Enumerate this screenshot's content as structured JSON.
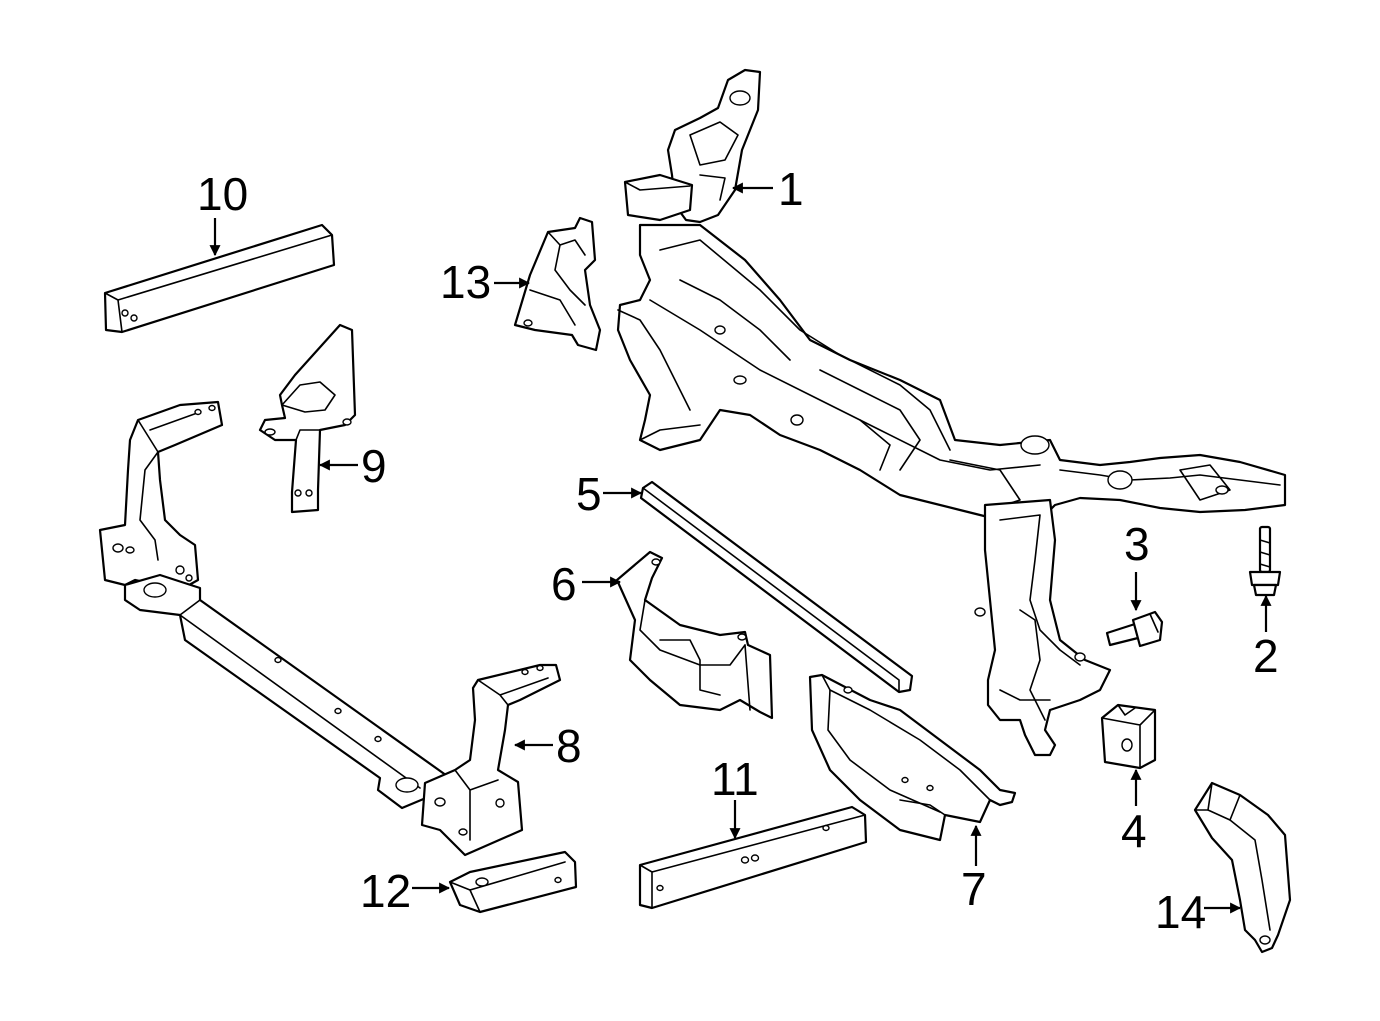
{
  "callouts": [
    {
      "id": "1",
      "label": "1"
    },
    {
      "id": "2",
      "label": "2"
    },
    {
      "id": "3",
      "label": "3"
    },
    {
      "id": "4",
      "label": "4"
    },
    {
      "id": "5",
      "label": "5"
    },
    {
      "id": "6",
      "label": "6"
    },
    {
      "id": "7",
      "label": "7"
    },
    {
      "id": "8",
      "label": "8"
    },
    {
      "id": "9",
      "label": "9"
    },
    {
      "id": "10",
      "label": "10"
    },
    {
      "id": "11",
      "label": "11"
    },
    {
      "id": "12",
      "label": "12"
    },
    {
      "id": "13",
      "label": "13"
    },
    {
      "id": "14",
      "label": "14"
    }
  ],
  "colors": {
    "ink": "#000000",
    "background": "#ffffff"
  }
}
